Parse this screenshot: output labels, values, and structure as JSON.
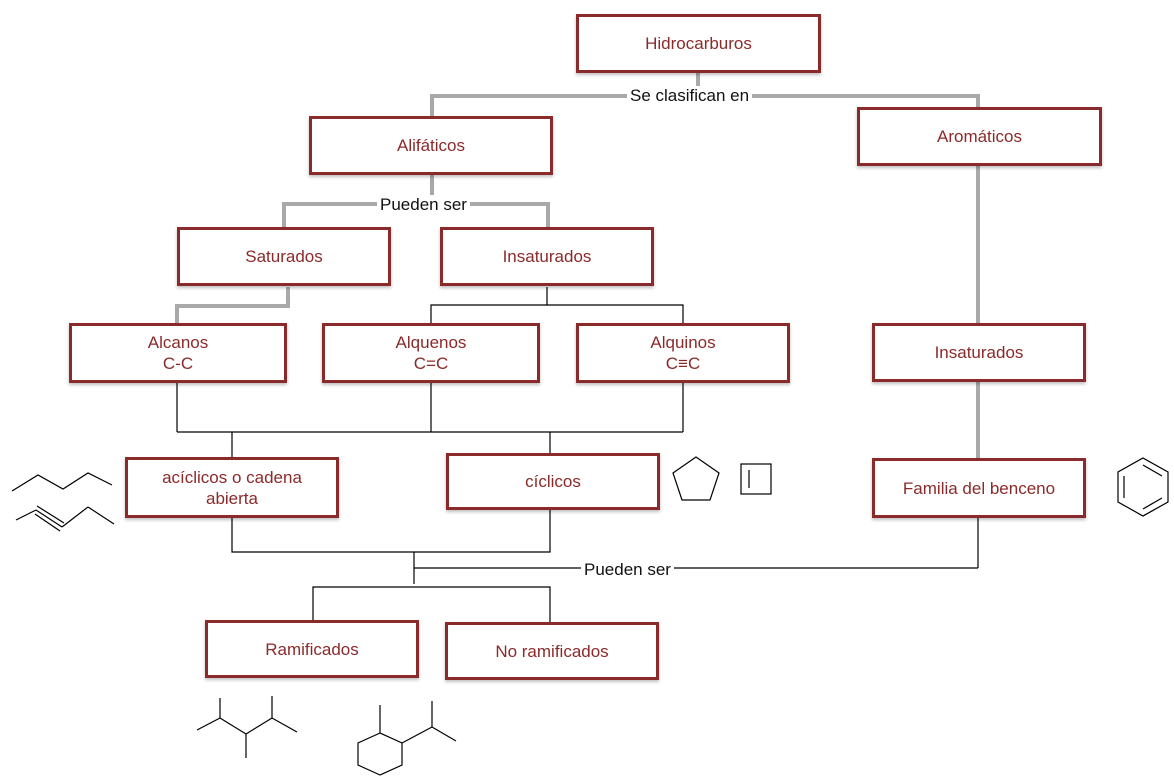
{
  "nodes": {
    "hidrocarburos": "Hidrocarburos",
    "alifaticos": "Alifáticos",
    "aromaticos": "Aromáticos",
    "saturados": "Saturados",
    "insaturados": "Insaturados",
    "alcanos": {
      "name": "Alcanos",
      "bond": "C-C"
    },
    "alquenos": {
      "name": "Alquenos",
      "bond": "C=C"
    },
    "alquinos": {
      "name": "Alquinos",
      "bond": "C≡C"
    },
    "insaturados_arom": "Insaturados",
    "aciclicos": {
      "line1": "acíclicos o cadena",
      "line2": "abierta"
    },
    "ciclicos": "cíclicos",
    "benceno": "Familia del benceno",
    "ramificados": "Ramificados",
    "no_ramificados": "No ramificados"
  },
  "edge_labels": {
    "clasifican": "Se clasifican en",
    "pueden_1": "Pueden ser",
    "pueden_2": "Pueden ser"
  },
  "colors": {
    "box_border": "#8b2a2a",
    "box_text": "#8b2a2a",
    "connector_gray": "#a9a9a9",
    "connector_black": "#000000"
  },
  "icons": [
    "pentane-skeletal-icon",
    "hexyne-skeletal-icon",
    "cyclopentane-icon",
    "cyclobutane-icon",
    "benzene-ring-icon",
    "branched-alkane-icon",
    "isopropyl-cyclohexane-icon"
  ]
}
